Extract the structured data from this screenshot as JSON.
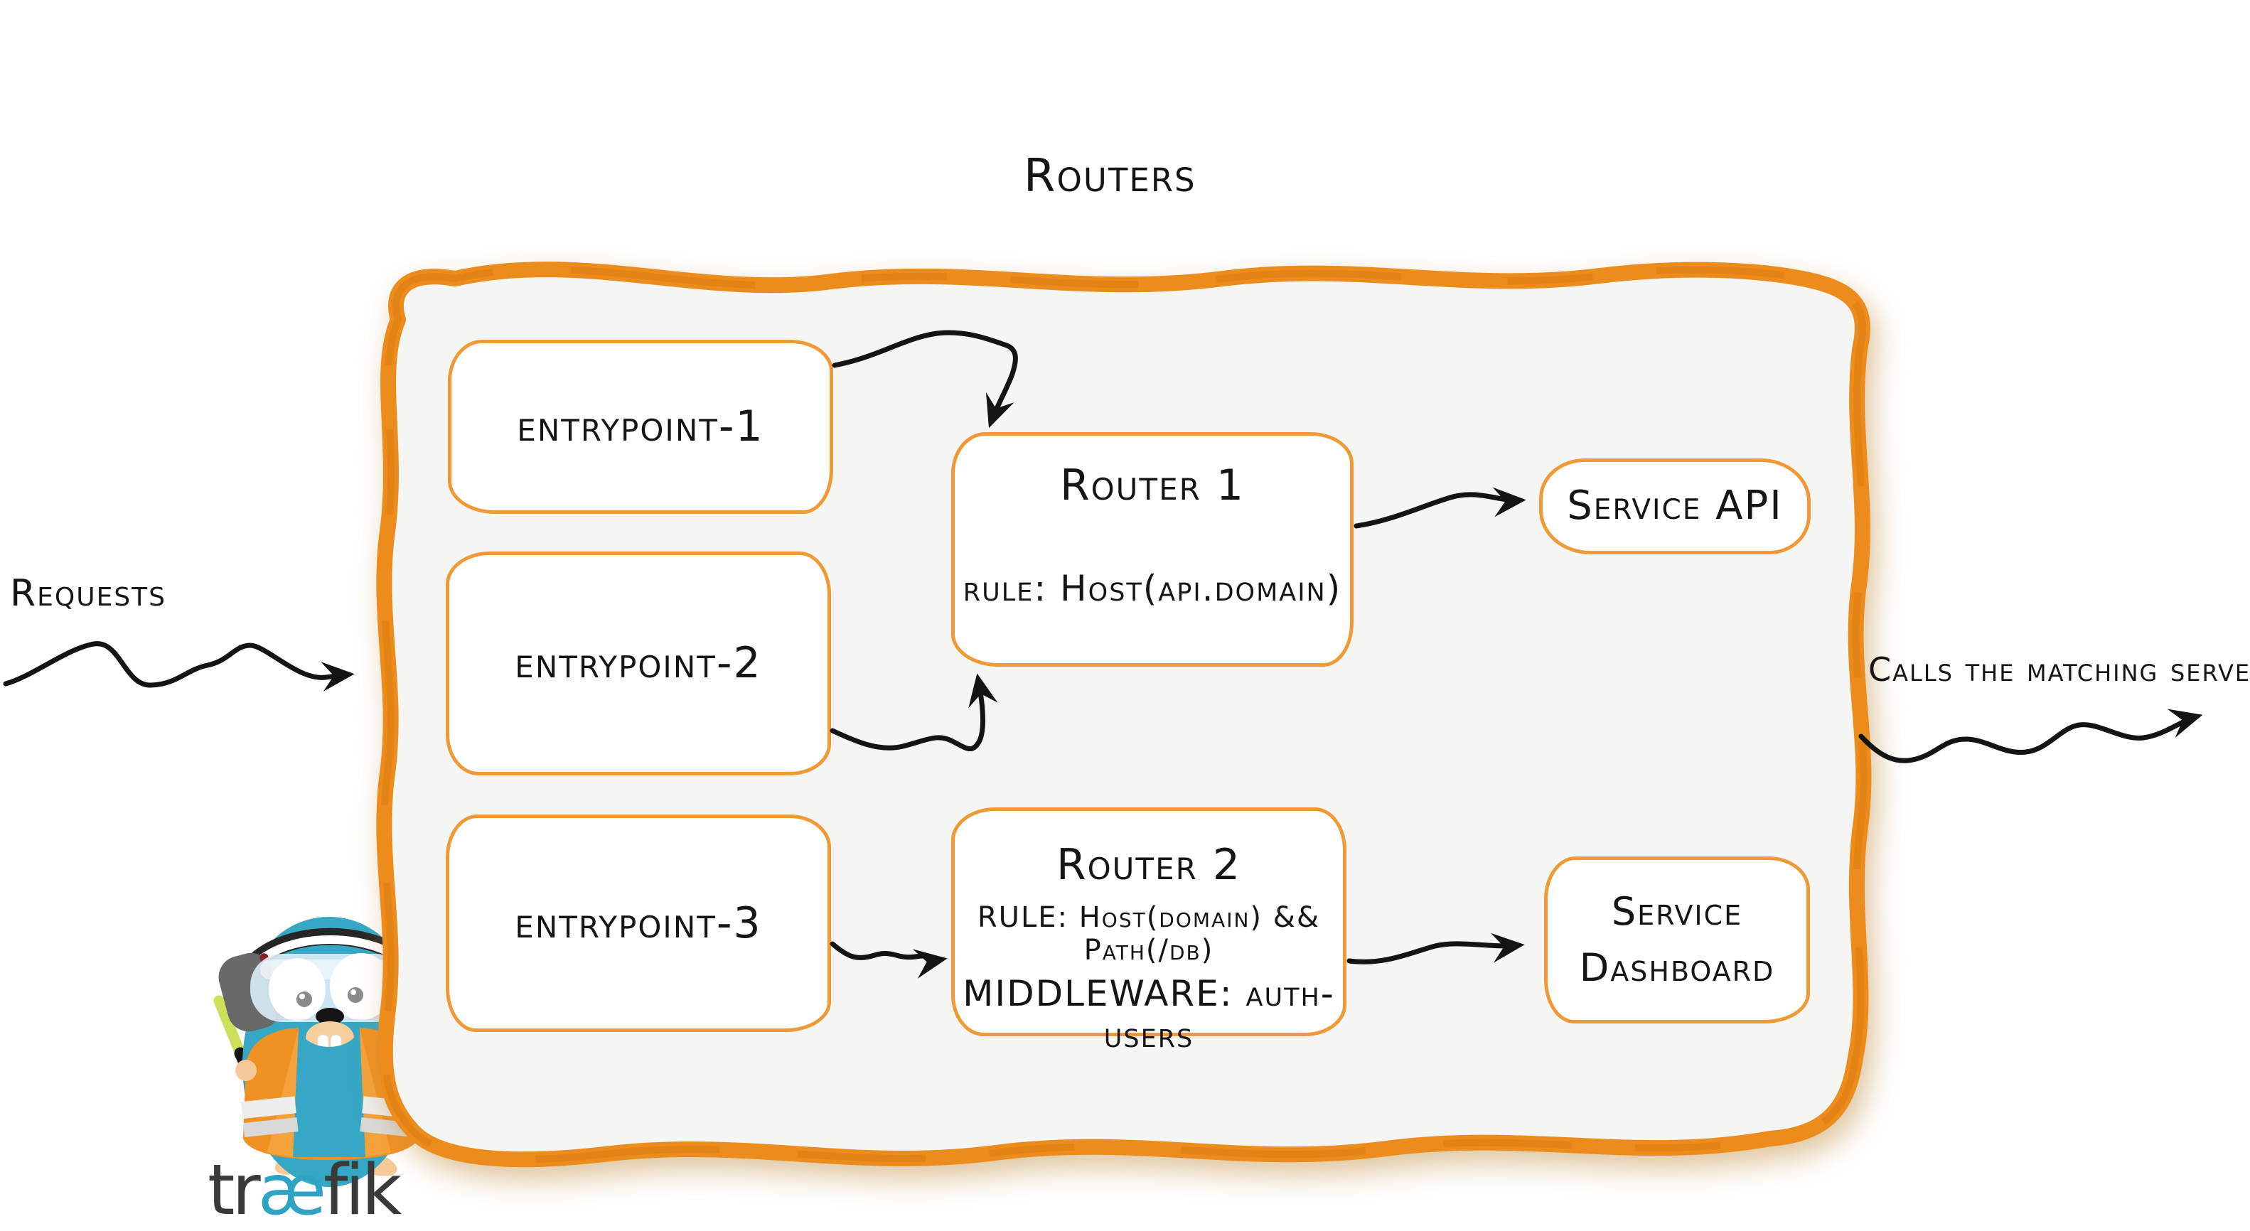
{
  "diagram": {
    "title": "Routers",
    "requests_label": "Requests",
    "calls_label": "Calls the matching server",
    "entrypoints": [
      {
        "id": "entrypoint-1",
        "label": "entrypoint-1"
      },
      {
        "id": "entrypoint-2",
        "label": "entrypoint-2"
      },
      {
        "id": "entrypoint-3",
        "label": "entrypoint-3"
      }
    ],
    "routers": [
      {
        "id": "router-1",
        "title": "Router 1",
        "rule": "rule: Host(api.domain)"
      },
      {
        "id": "router-2",
        "title": "Router 2",
        "rule": "RULE: Host(domain) && Path(/db)",
        "middleware": "MIDDLEWARE: auth-users"
      }
    ],
    "services": [
      {
        "id": "service-api",
        "label": "Service API"
      },
      {
        "id": "service-dashboard",
        "line1": "Service",
        "line2": "Dashboard"
      }
    ],
    "edges": [
      {
        "from": "requests",
        "to": "routers-container"
      },
      {
        "from": "entrypoint-1",
        "to": "router-1"
      },
      {
        "from": "entrypoint-2",
        "to": "router-1"
      },
      {
        "from": "entrypoint-3",
        "to": "router-2"
      },
      {
        "from": "router-1",
        "to": "service-api"
      },
      {
        "from": "router-2",
        "to": "service-dashboard"
      },
      {
        "from": "routers-container",
        "to": "matching-server"
      }
    ],
    "logo": {
      "pre": "tr",
      "ae": "æ",
      "post": "fik"
    },
    "colors": {
      "container_border_orange": "#EC8C1E",
      "box_border_orange": "#EF9A36",
      "container_fill": "#F5F5F4",
      "ink": "#151515",
      "gopher_teal": "#36A7C5",
      "vest_orange": "#F09124",
      "stick_green": "#CDE05B",
      "wordmark_gray": "#3A3A3A",
      "wordmark_teal": "#2FA3C6"
    }
  }
}
